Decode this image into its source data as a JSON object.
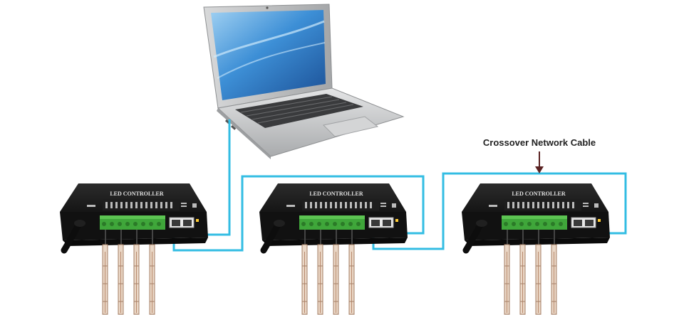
{
  "diagram": {
    "controller_title": "LED CONTROLLER",
    "cable_label": "Crossover Network Cable",
    "colors": {
      "cable": "#33bde3",
      "controller_body": "#1b1b1b",
      "terminal_green": "#3fa63a",
      "laptop_silver": "#c9cbcd",
      "screen_blue": "#2f7fc6",
      "arrow": "#5a2222"
    },
    "devices": [
      {
        "type": "laptop"
      },
      {
        "type": "led-controller"
      },
      {
        "type": "led-controller"
      },
      {
        "type": "led-controller"
      }
    ]
  }
}
